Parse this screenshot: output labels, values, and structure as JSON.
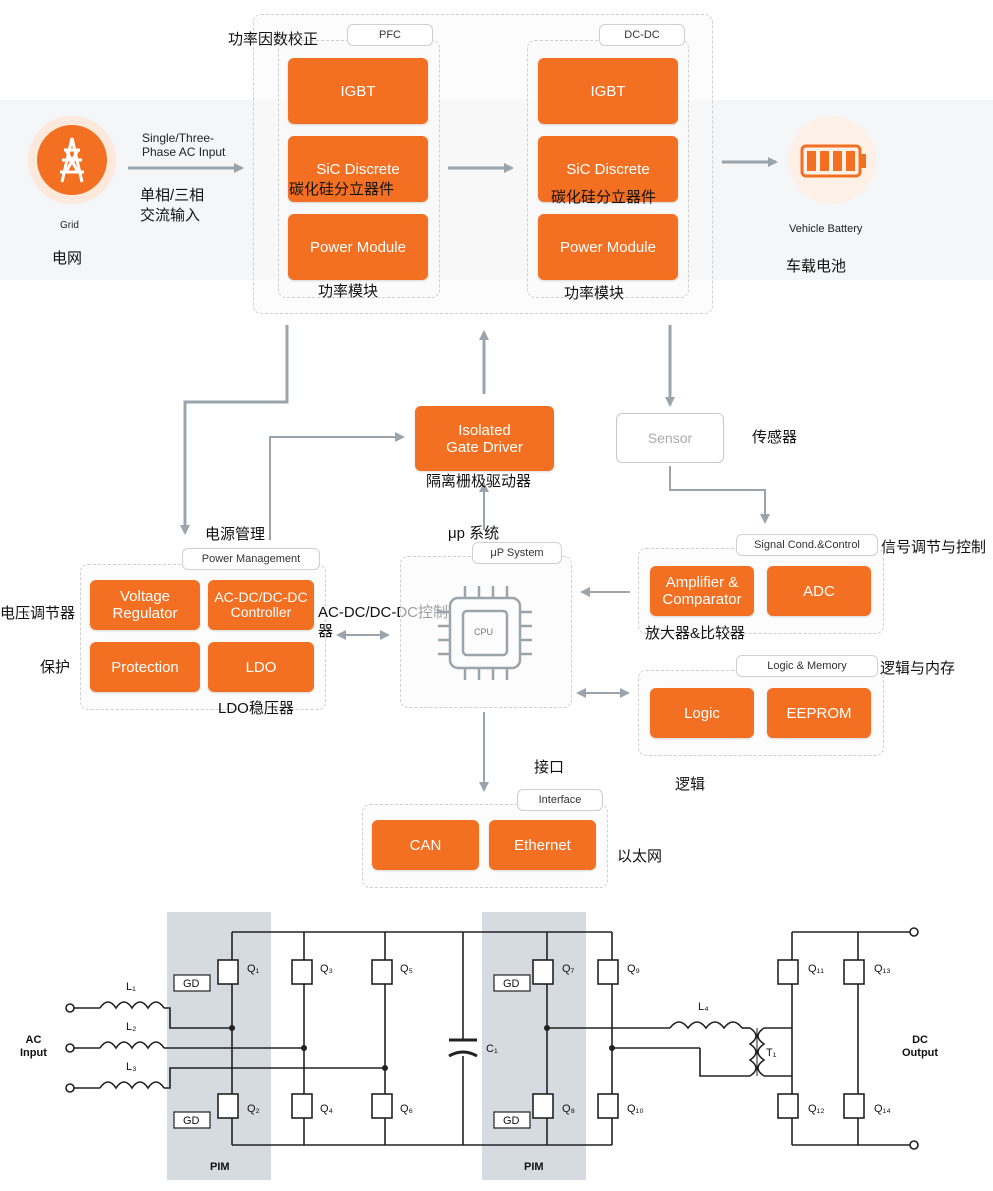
{
  "top": {
    "pfc_cn": "功率因数校正",
    "pfc_tag": "PFC",
    "dcdc_tag": "DC-DC",
    "igbt": "IGBT",
    "sic_en": "SiC Discrete",
    "sic_cn": "碳化硅分立器件",
    "pm": "Power Module",
    "module_cn": "功率模块",
    "grid_en": "Grid",
    "grid_cn": "电网",
    "input_en": "Single/Three-\nPhase AC Input",
    "input_cn": "单相/三相\n交流输入",
    "battery_en": "Vehicle Battery",
    "battery_cn": "车载电池"
  },
  "middle": {
    "gate_driver": "Isolated\nGate Driver",
    "gate_driver_cn": "隔离栅极驱动器",
    "sensor": "Sensor",
    "sensor_cn": "传感器",
    "power_mgmt_cn": "电源管理",
    "power_mgmt_tag": "Power Management",
    "voltage_reg": "Voltage\nRegulator",
    "acdc_ctrl": "AC-DC/DC-DC\nController",
    "protection": "Protection",
    "ldo": "LDO",
    "voltage_reg_cn": "电压调节器",
    "protection_cn": "保护",
    "ldo_cn": "LDO稳压器",
    "acdc_cn": "AC-DC/DC-DC控制\n器",
    "up_cn": "μp 系统",
    "up_tag": "μP System",
    "cpu": "CPU",
    "signal_tag": "Signal Cond.&Control",
    "signal_cn": "信号调节与控制",
    "amp": "Amplifier &\nComparator",
    "adc": "ADC",
    "amp_cn": "放大器&比较器",
    "logic_tag": "Logic & Memory",
    "logic_cn": "逻辑与内存",
    "logic": "Logic",
    "eeprom": "EEPROM",
    "logic_label_cn": "逻辑",
    "interface_cn": "接口",
    "interface_tag": "Interface",
    "can": "CAN",
    "ethernet": "Ethernet",
    "ethernet_cn": "以太网"
  },
  "circuit": {
    "ac_input": "AC\nInput",
    "dc_output": "DC\nOutput",
    "pim": "PIM",
    "gd": "GD",
    "inductors": [
      "L₁",
      "L₂",
      "L₃",
      "L₄"
    ],
    "capacitor": "C₁",
    "transformer": "T₁",
    "switches": [
      "Q₁",
      "Q₂",
      "Q₃",
      "Q₄",
      "Q₅",
      "Q₆",
      "Q₇",
      "Q₈",
      "Q₉",
      "Q₁₀",
      "Q₁₁",
      "Q₁₂",
      "Q₁₃",
      "Q₁₄"
    ]
  },
  "colors": {
    "accent": "#f36f21",
    "pim_bg": "#d5dbe1",
    "arrow": "#9aa4ad"
  }
}
